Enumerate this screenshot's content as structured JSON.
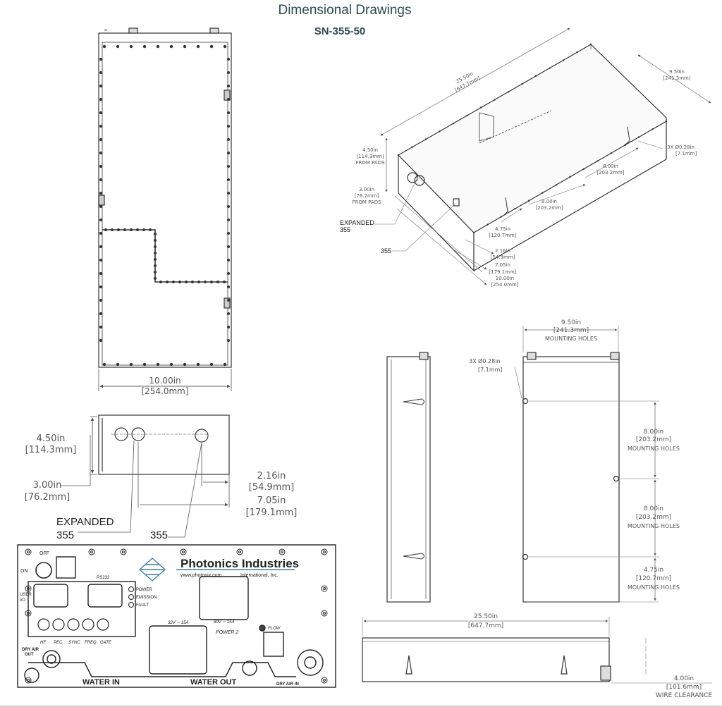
{
  "header": {
    "title": "Dimensional Drawings",
    "model": "SN-355-50"
  },
  "top_view": {
    "width_in": "10.00in",
    "width_mm": "[254.0mm]"
  },
  "front_view": {
    "height_in": "4.50in",
    "height_mm": "[114.3mm]",
    "port_height_in": "3.00in",
    "port_height_mm": "[76.2mm]",
    "port2_in": "2.16in",
    "port2_mm": "[54.9mm]",
    "port1_in": "7.05in",
    "port1_mm": "[179.1mm]",
    "callout_expanded_1": "EXPANDED",
    "callout_expanded_2": "355",
    "callout_355": "355"
  },
  "iso_view": {
    "length_in": "25.50in",
    "length_mm": "[647.7mm]",
    "width_in": "9.50in",
    "width_mm": "[241.3mm]",
    "pads_in": "4.50in",
    "pads_mm": "[114.3mm]",
    "pads_lbl": "FROM PADS",
    "pads2_in": "3.00in",
    "pads2_mm": "[76.2mm]",
    "pads2_lbl": "FROM PADS",
    "holes": "3X  Ø0.28in",
    "holes_mm": "[7.1mm]",
    "d8a_in": "8.00in",
    "d8a_mm": "[203.2mm]",
    "d8b_in": "8.00in",
    "d8b_mm": "[203.2mm]",
    "d475_in": "4.75in",
    "d475_mm": "[120.7mm]",
    "d216_in": "2.16in",
    "d216_mm": "[54.9mm]",
    "d705_in": "7.05in",
    "d705_mm": "[179.1mm]",
    "d10_in": "10.00in",
    "d10_mm": "[254.0mm]",
    "callout_expanded_1": "EXPANDED",
    "callout_expanded_2": "355",
    "callout_355": "355"
  },
  "rear_view": {
    "width_in": "9.50in",
    "width_mm": "[241.3mm]",
    "width_lbl": "MOUNTING HOLES",
    "holes": "3X  Ø0.28in",
    "holes_mm": "[7.1mm]",
    "h1_in": "8.00in",
    "h1_mm": "[203.2mm]",
    "h1_lbl": "MOUNTING HOLES",
    "h2_in": "8.00in",
    "h2_mm": "[203.2mm]",
    "h2_lbl": "MOUNTING HOLES",
    "h3_in": "4.75in",
    "h3_mm": "[120.7mm]",
    "h3_lbl": "MOUNTING HOLES"
  },
  "side_view": {
    "length_in": "25.50in",
    "length_mm": "[647.7mm]",
    "wire_in": "4.00in",
    "wire_mm": "[101.6mm]",
    "wire_lbl": "WIRE CLEARANCE"
  },
  "panel": {
    "brand": "Photonics Industries",
    "url": "www.photonix.com",
    "intl": "International, Inc.",
    "off": "OFF",
    "on": "ON",
    "rs232": "RS232",
    "user_io_1": "USER",
    "user_io_2": "I/O",
    "leds": [
      "POWER",
      "EMISSION",
      "FAULT"
    ],
    "bnc": [
      "HF",
      "PEC",
      "SYNC",
      "FREQ",
      "GATE"
    ],
    "power1": "32V ⎓ 15A",
    "power2": "60V ⎓ 15A",
    "power2_lbl": "POWER 2",
    "flow": "FLOW",
    "dry_air_out_1": "DRY AIR",
    "dry_air_out_2": "OUT",
    "dry_air_in": "DRY AIR IN",
    "water_in": "WATER IN",
    "water_out": "WATER OUT"
  }
}
